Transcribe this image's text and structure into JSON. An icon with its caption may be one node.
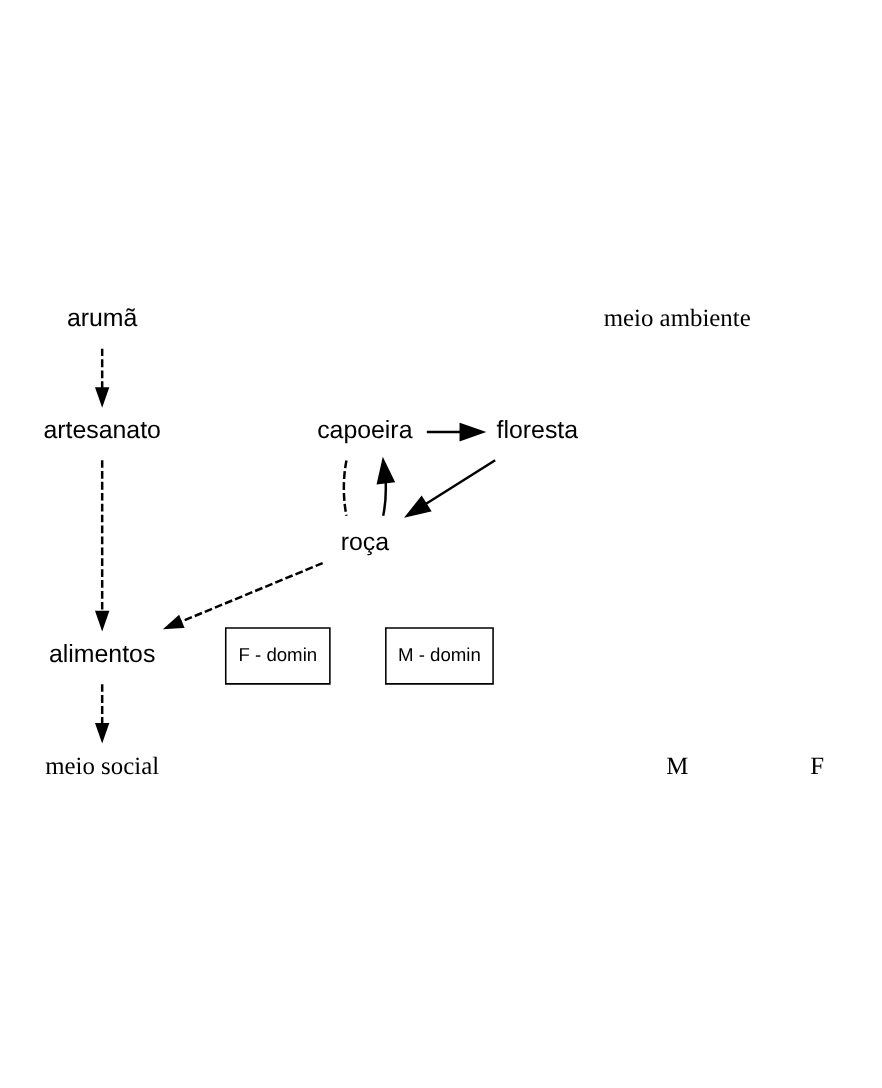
{
  "diagram": {
    "nodes": [
      {
        "text": [
          "arumã"
        ]
      },
      {
        "text": [
          "capoeira"
        ]
      },
      {
        "text": [
          "floresta"
        ]
      },
      {
        "text": [
          "artesanato"
        ]
      },
      {
        "text": [
          "meio social"
        ]
      },
      {
        "text": [
          "alimentos"
        ]
      },
      {
        "text": [
          "roça"
        ]
      }
    ],
    "edges": [
      {
        "from": 0,
        "to": 3,
        "arrow": "to",
        "style": "dashed"
      },
      {
        "from": 1,
        "to": 2,
        "arrow": "to"
      },
      {
        "from": 2,
        "to": 6,
        "arrow": "to"
      },
      {
        "from": 6,
        "to": 1,
        "arrow": "to"
      },
      {
        "from": 1,
        "to": 6,
        "arrow": "none",
        "style": "dashed"
      },
      {
        "from": 3,
        "to": 5,
        "arrow": "to",
        "style": "dashed"
      },
      {
        "from": 6,
        "to": 5,
        "arrow": "to",
        "style": "dashed"
      },
      {
        "from": 5,
        "to": 4,
        "arrow": "to",
        "style": "dashed"
      }
    ],
    "labels": [
      "meio ambiente",
      "M",
      "F",
      "M - domin",
      "F - domin"
    ]
  }
}
